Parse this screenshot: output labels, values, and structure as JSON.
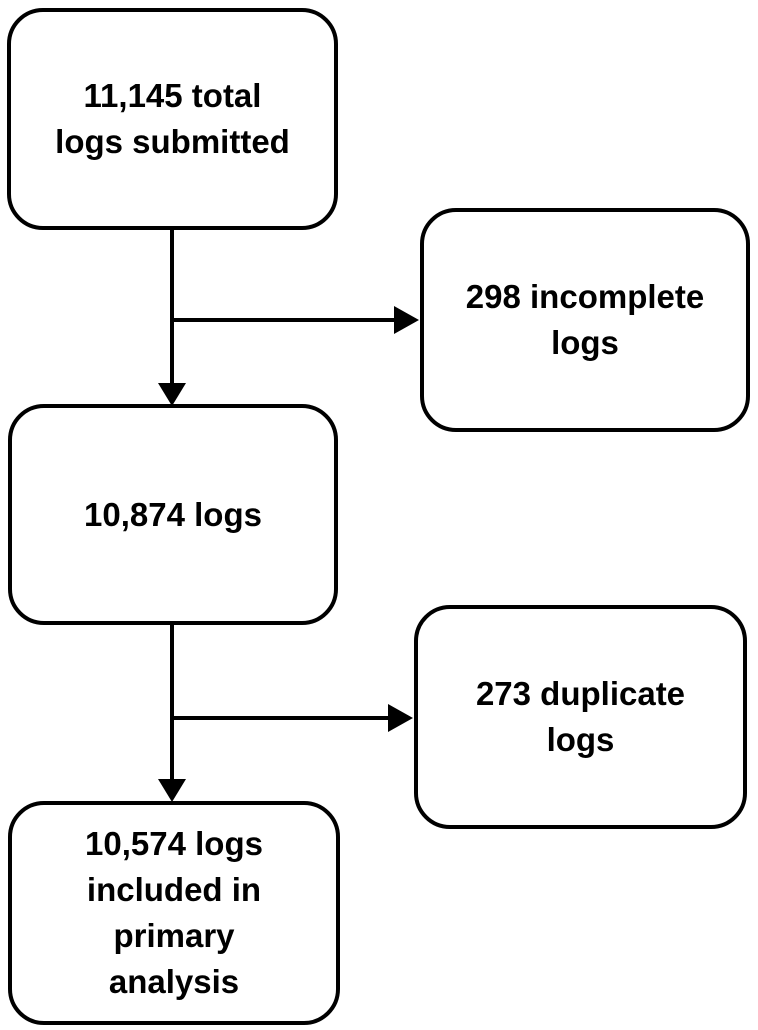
{
  "figure": {
    "type": "flowchart",
    "background_color": "#ffffff",
    "stroke_color": "#000000",
    "boxes": [
      {
        "id": "total-logs",
        "label": "11,145 total\nlogs submitted"
      },
      {
        "id": "incomplete-logs",
        "label": "298 incomplete\nlogs"
      },
      {
        "id": "logs-after-incomplete",
        "label": "10,874 logs"
      },
      {
        "id": "duplicate-logs",
        "label": "273 duplicate\nlogs"
      },
      {
        "id": "primary-analysis-logs",
        "label": "10,574 logs\nincluded in\nprimary\nanalysis"
      }
    ],
    "connectors": [
      {
        "from": "total-logs",
        "to": "logs-after-incomplete",
        "direction": "down"
      },
      {
        "from": "total-logs",
        "to": "incomplete-logs",
        "direction": "right"
      },
      {
        "from": "logs-after-incomplete",
        "to": "primary-analysis-logs",
        "direction": "down"
      },
      {
        "from": "logs-after-incomplete",
        "to": "duplicate-logs",
        "direction": "right"
      }
    ]
  }
}
